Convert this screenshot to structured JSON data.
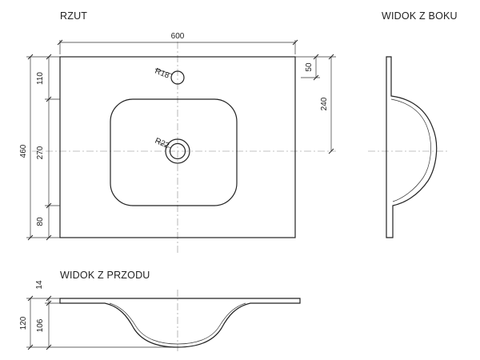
{
  "views": {
    "top": "RZUT",
    "side": "WIDOK Z BOKU",
    "front": "WIDOK Z PRZODU"
  },
  "dimensions": {
    "width": "600",
    "depth_total": "460",
    "top_to_hole": "110",
    "bowl_depth": "270",
    "front_margin": "80",
    "edge_offset": "50",
    "to_drain_center": "240",
    "total_height": "120",
    "top_thickness": "14",
    "bowl_height": "106"
  },
  "radii": {
    "tap_hole": "R18",
    "drain": "R22"
  }
}
